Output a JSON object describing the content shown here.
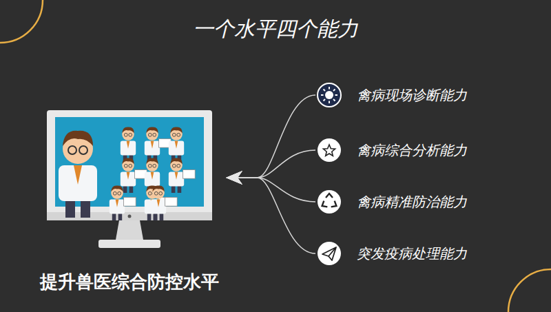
{
  "diagram": {
    "title": "一个水平四个能力",
    "nodes": [
      {
        "text": [
          "提升兽医综合防控水平"
        ]
      },
      {
        "text": [
          "禽病现场诊断能力"
        ]
      },
      {
        "text": [
          "禽病综合分析能力"
        ]
      },
      {
        "text": [
          "禽病精准防治能力"
        ]
      },
      {
        "text": [
          "突发疫病处理能力"
        ]
      }
    ],
    "edges": [
      {
        "from": 1,
        "to": 0,
        "arrow": "to"
      },
      {
        "from": 2,
        "to": 0,
        "arrow": "to"
      },
      {
        "from": 3,
        "to": 0,
        "arrow": "to"
      },
      {
        "from": 4,
        "to": 0,
        "arrow": "to"
      }
    ]
  }
}
